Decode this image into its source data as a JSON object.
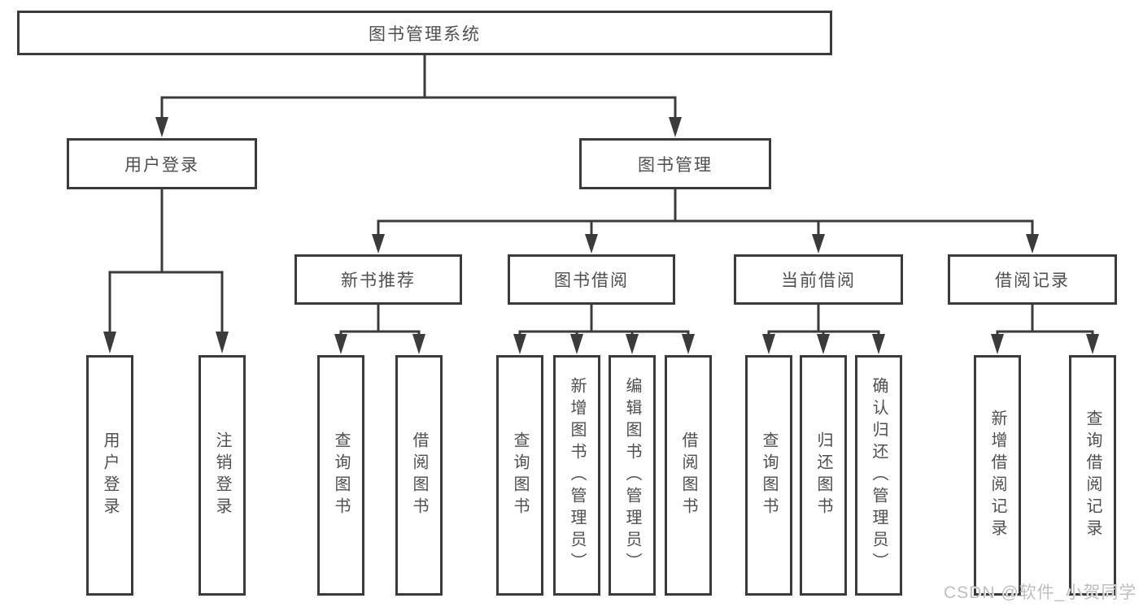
{
  "diagram": {
    "watermark": "CSDN @软件_小贺同学",
    "colors": {
      "line": "#3b3b3b",
      "text": "#4f4f4f",
      "watermark": "#bfbfbf",
      "background": "#ffffff"
    },
    "tree": {
      "label": "图书管理系统",
      "children": [
        {
          "label": "用户登录",
          "children": [
            {
              "label": "用户登录"
            },
            {
              "label": "注销登录"
            }
          ]
        },
        {
          "label": "图书管理",
          "children": [
            {
              "label": "新书推荐",
              "children": [
                {
                  "label": "查询图书"
                },
                {
                  "label": "借阅图书"
                }
              ]
            },
            {
              "label": "图书借阅",
              "children": [
                {
                  "label": "查询图书"
                },
                {
                  "label": "新增图书（管理员）"
                },
                {
                  "label": "编辑图书（管理员）"
                },
                {
                  "label": "借阅图书"
                }
              ]
            },
            {
              "label": "当前借阅",
              "children": [
                {
                  "label": "查询图书"
                },
                {
                  "label": "归还图书"
                },
                {
                  "label": "确认归还（管理员）"
                }
              ]
            },
            {
              "label": "借阅记录",
              "children": [
                {
                  "label": "新增借阅记录"
                },
                {
                  "label": "查询借阅记录"
                }
              ]
            }
          ]
        }
      ]
    }
  }
}
